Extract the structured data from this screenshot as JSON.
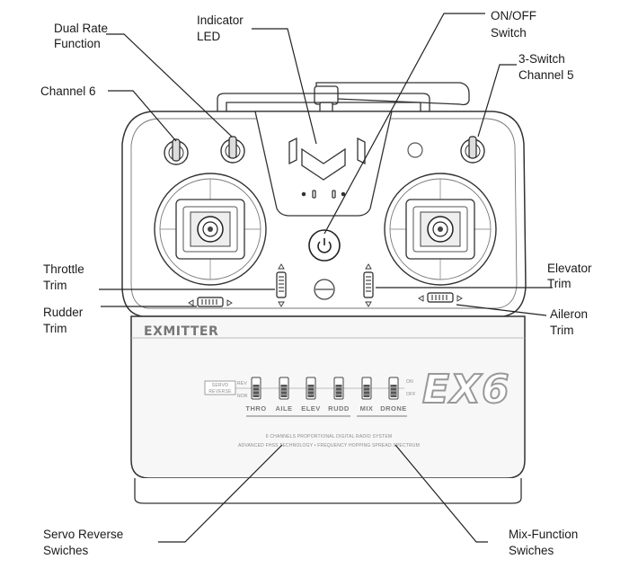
{
  "callouts": {
    "dual_rate": [
      "Dual Rate",
      "Function"
    ],
    "indicator_led": [
      "Indicator",
      "LED"
    ],
    "on_off": [
      "ON/OFF",
      "Switch"
    ],
    "channel_6": [
      "Channel 6"
    ],
    "three_switch": [
      "3-Switch",
      "Channel 5"
    ],
    "throttle_trim": [
      "Throttle",
      "Trim"
    ],
    "elevator_trim": [
      "Elevator",
      "Trim"
    ],
    "rudder_trim": [
      "Rudder",
      "Trim"
    ],
    "aileron_trim": [
      "Aileron",
      "Trim"
    ],
    "servo_reverse": [
      "Servo Reverse",
      "Swiches"
    ],
    "mix_function": [
      "Mix-Function",
      "Swiches"
    ]
  },
  "panel": {
    "brand": "EXMITTER",
    "model": "EX6",
    "servo_reverse_tag": [
      "SERVO",
      "REVERSE"
    ],
    "rev_label": "REV",
    "nor_label": "NOR",
    "on_label": "ON",
    "off_label": "OFF",
    "switch_labels": [
      "THRO",
      "AILE",
      "ELEV",
      "RUDD",
      "MIX",
      "DRONE"
    ],
    "footer_line1": "6 CHANNELS PROPORTIONAL DIGITAL RADIO SYSTEM",
    "footer_line2": "ADVANCED FHSS TECHNOLOGY • FREQUENCY HOPPING SPREAD SPECTRUM"
  }
}
